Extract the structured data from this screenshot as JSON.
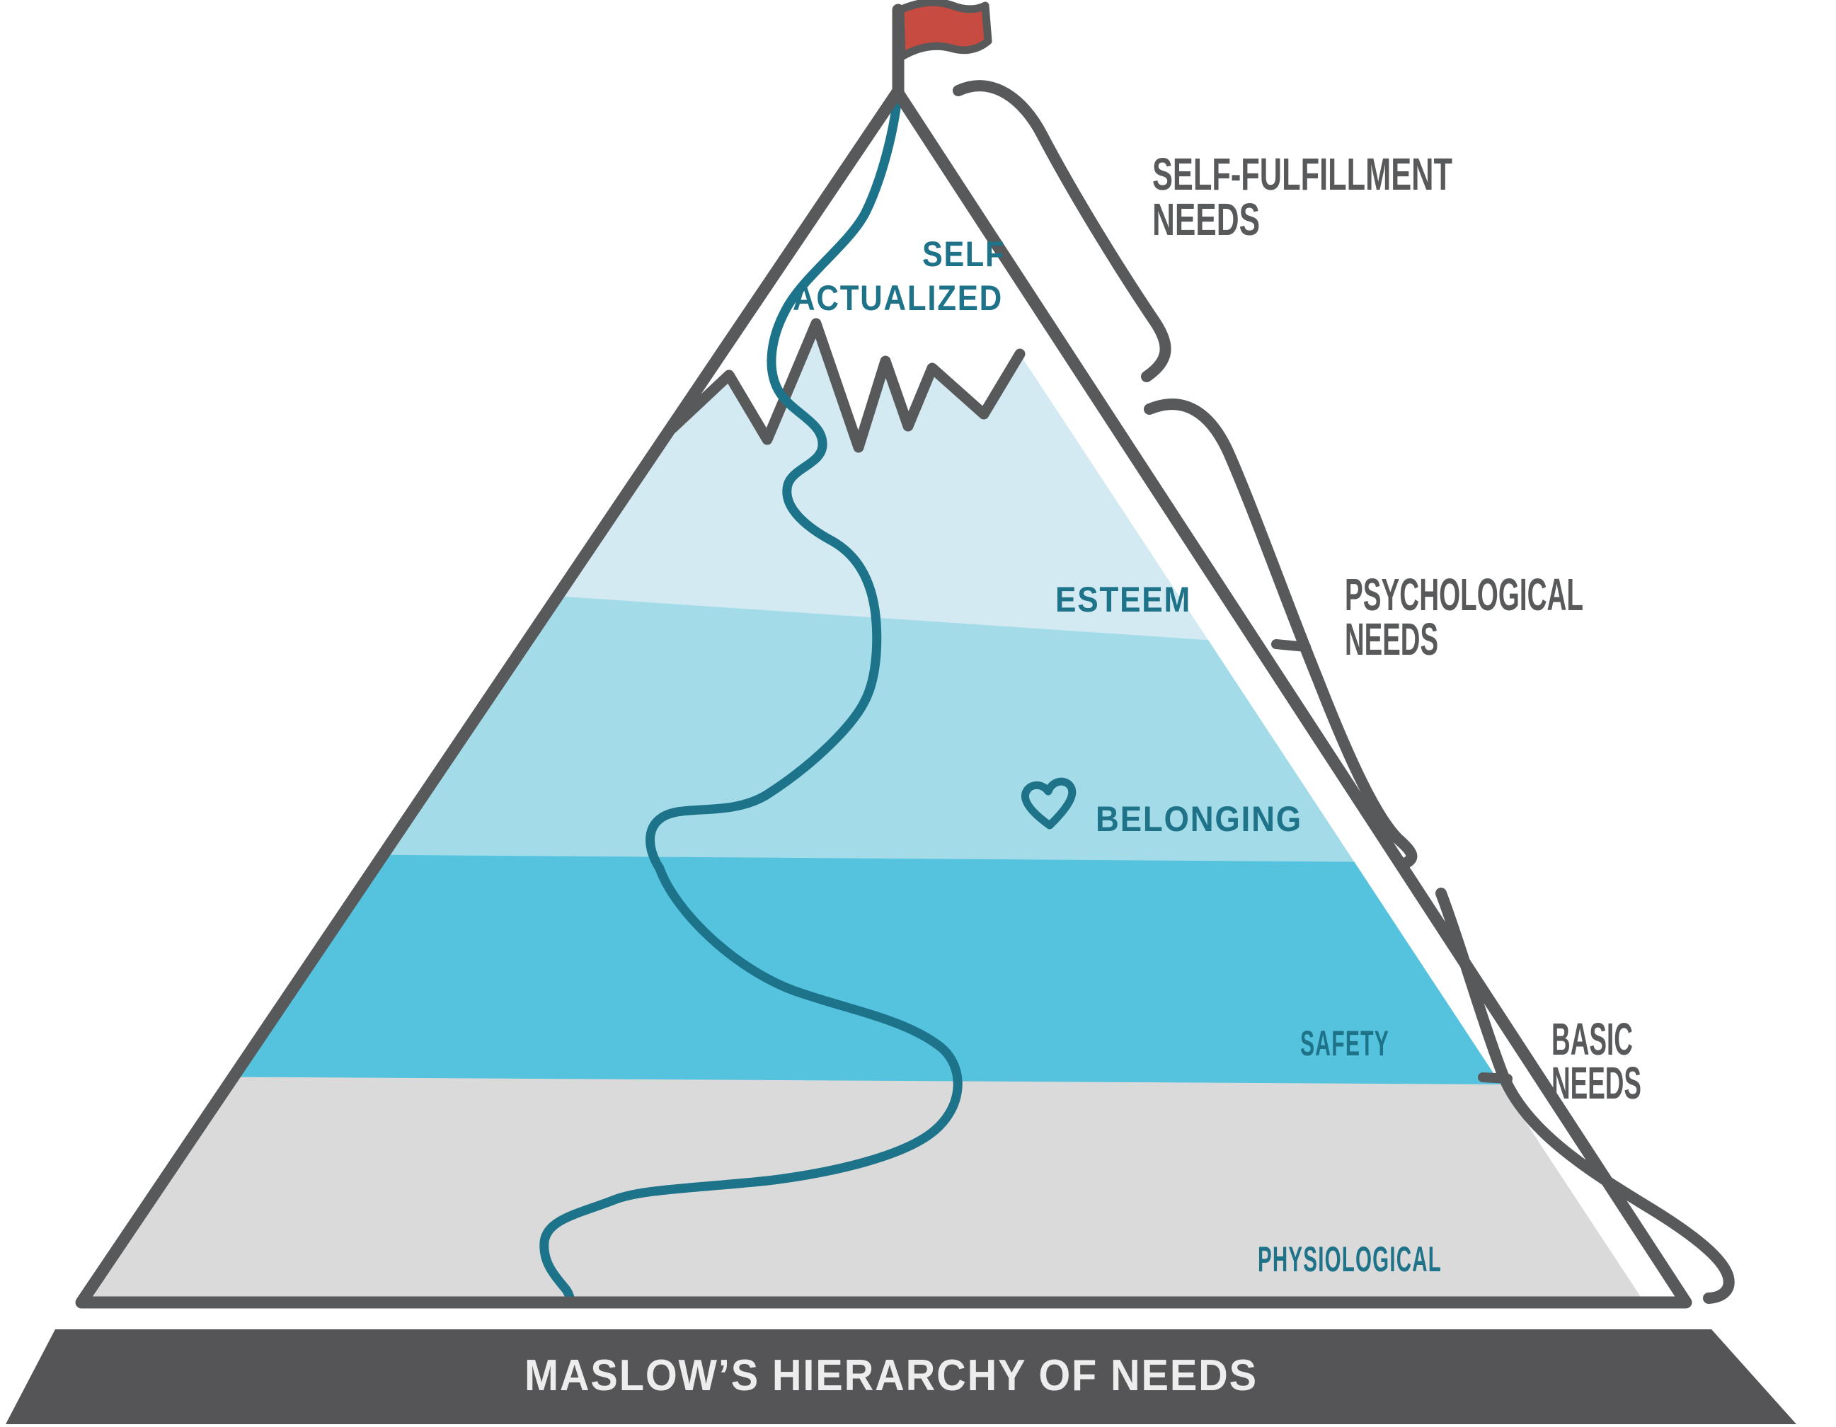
{
  "diagram": {
    "banner_title": "MASLOW’S HIERARCHY OF NEEDS",
    "levels": [
      {
        "name": "self-actualized",
        "label_line1": "SELF",
        "label_line2": "ACTUALIZED",
        "color": "#ffffff"
      },
      {
        "name": "esteem",
        "label": "ESTEEM",
        "color": "#d3eaf2"
      },
      {
        "name": "belonging",
        "label": "BELONGING",
        "color": "#a3dbe9",
        "icon": "heart-icon"
      },
      {
        "name": "safety",
        "label": "SAFETY",
        "color": "#55c3de"
      },
      {
        "name": "physiological",
        "label": "PHYSIOLOGICAL",
        "color": "#dadada"
      }
    ],
    "need_groups": [
      {
        "name": "self-fulfillment-needs",
        "line1": "SELF-FULFILLMENT",
        "line2": "NEEDS"
      },
      {
        "name": "psychological-needs",
        "line1": "PSYCHOLOGICAL",
        "line2": "NEEDS"
      },
      {
        "name": "basic-needs",
        "line1": "BASIC",
        "line2": "NEEDS"
      }
    ],
    "icons": {
      "flag": "red-flag-icon",
      "belonging": "heart-icon"
    },
    "colors": {
      "outline_gray": "#58595b",
      "label_teal": "#1e7389",
      "trail_teal": "#1d7389",
      "flag_red": "#c74b40",
      "banner_bg": "#555557",
      "banner_text": "#ededed",
      "group_label_gray": "#58595b"
    }
  }
}
